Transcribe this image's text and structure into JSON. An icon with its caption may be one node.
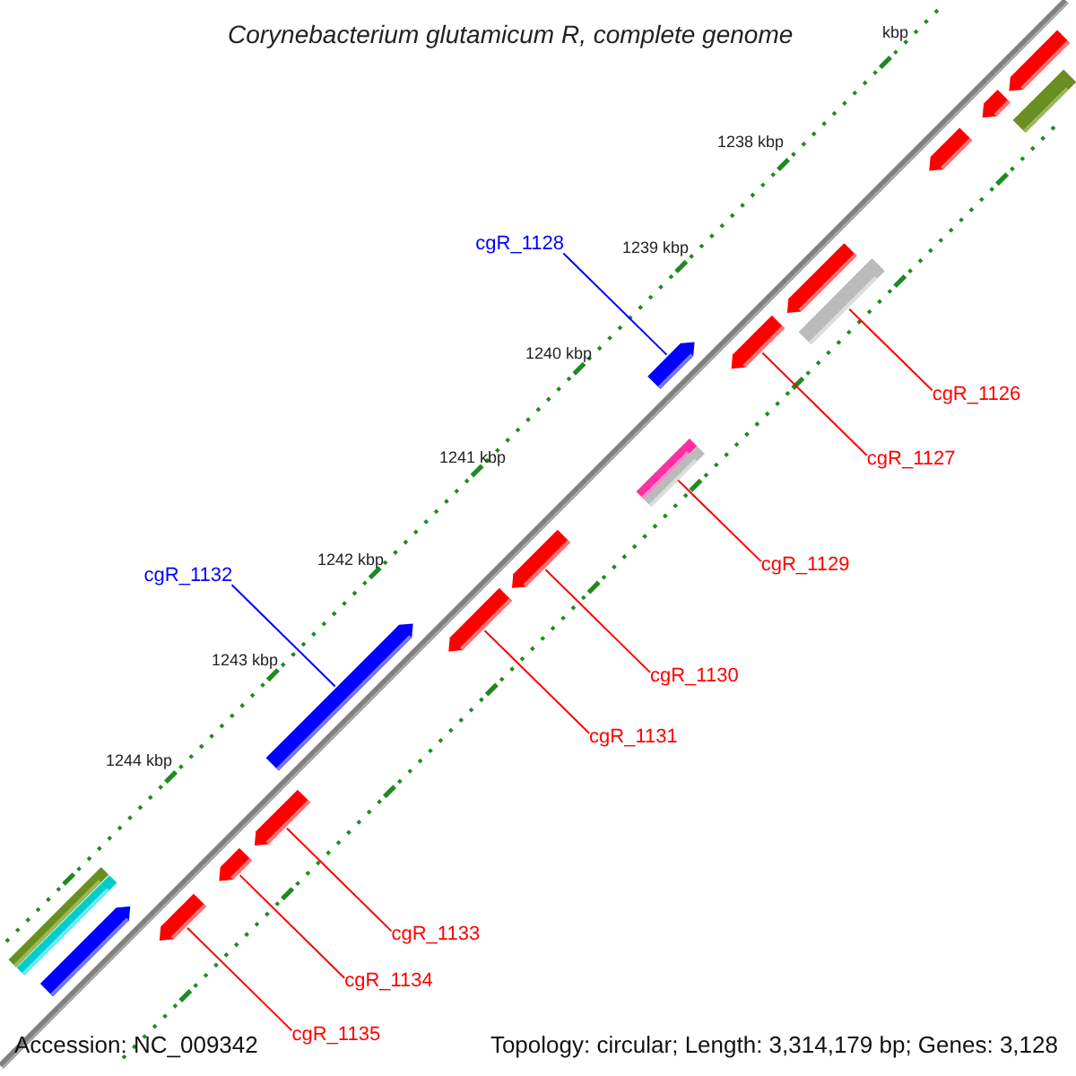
{
  "diagram": {
    "title": "Corynebacterium glutamicum R, complete genome",
    "nodes": [
      {
        "text": [
          "cgR_1128"
        ]
      },
      {
        "text": [],
        "shape": "bar"
      },
      {
        "text": [
          "cgR_1126"
        ]
      },
      {
        "text": [],
        "shape": "bar"
      },
      {
        "text": [
          "cgR_1127"
        ]
      },
      {
        "text": [],
        "shape": "bar"
      },
      {
        "text": [
          "cgR_1129"
        ]
      },
      {
        "text": [],
        "shape": "bar"
      },
      {
        "text": [
          "cgR_1132"
        ]
      },
      {
        "text": [],
        "shape": "bar"
      },
      {
        "text": [
          "cgR_1130"
        ]
      },
      {
        "text": [],
        "shape": "bar"
      },
      {
        "text": [
          "cgR_1131"
        ]
      },
      {
        "text": [],
        "shape": "bar"
      },
      {
        "text": [
          "cgR_1133"
        ]
      },
      {
        "text": [],
        "shape": "bar"
      },
      {
        "text": [
          "cgR_1134"
        ]
      },
      {
        "text": [],
        "shape": "bar"
      },
      {
        "text": [
          "cgR_1135"
        ]
      },
      {
        "text": [],
        "shape": "bar"
      },
      {
        "text": [],
        "shape": "bar"
      },
      {
        "text": [],
        "shape": "bar"
      },
      {
        "text": [],
        "shape": "bar"
      },
      {
        "text": [],
        "shape": "bar"
      },
      {
        "text": [],
        "shape": "bar"
      },
      {
        "text": [],
        "shape": "bar"
      },
      {
        "text": [],
        "shape": "bar"
      }
    ],
    "edges": [
      {
        "from": 0,
        "to": 1,
        "arrow": "none",
        "color": "#0000ff"
      },
      {
        "from": 2,
        "to": 3,
        "arrow": "none"
      },
      {
        "from": 4,
        "to": 5,
        "arrow": "none"
      },
      {
        "from": 6,
        "to": 7,
        "arrow": "none"
      },
      {
        "from": 8,
        "to": 9,
        "arrow": "none",
        "color": "#0000ff"
      },
      {
        "from": 10,
        "to": 11,
        "arrow": "none"
      },
      {
        "from": 12,
        "to": 13,
        "arrow": "none"
      },
      {
        "from": 14,
        "to": 15,
        "arrow": "none"
      },
      {
        "from": 16,
        "to": 17,
        "arrow": "none"
      },
      {
        "from": 18,
        "to": 19,
        "arrow": "none"
      }
    ],
    "labels": [
      "kbp",
      "1238 kbp",
      "1239 kbp",
      "1240 kbp",
      "1241 kbp",
      "1242 kbp",
      "1243 kbp",
      "1244 kbp",
      "Accession: NC_009342",
      "Topology: circular; Length: 3,314,179 bp; Genes: 3,128"
    ]
  }
}
